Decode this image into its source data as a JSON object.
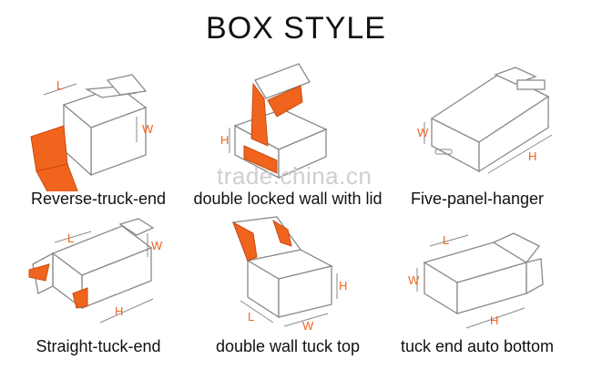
{
  "title": "BOX STYLE",
  "watermark": "trade.china.cn",
  "colors": {
    "accent": "#f0641e",
    "line": "#8a8a8a",
    "text": "#111111"
  },
  "boxes": [
    {
      "caption": "Reverse-truck-end",
      "dims": [
        "L",
        "W"
      ]
    },
    {
      "caption": "double locked wall with lid",
      "dims": [
        "H"
      ]
    },
    {
      "caption": "Five-panel-hanger",
      "dims": [
        "W",
        "H"
      ]
    },
    {
      "caption": "Straight-tuck-end",
      "dims": [
        "L",
        "W",
        "H"
      ]
    },
    {
      "caption": "double wall tuck top",
      "dims": [
        "H",
        "L",
        "W"
      ]
    },
    {
      "caption": "tuck end auto bottom",
      "dims": [
        "L",
        "W",
        "H"
      ]
    }
  ]
}
